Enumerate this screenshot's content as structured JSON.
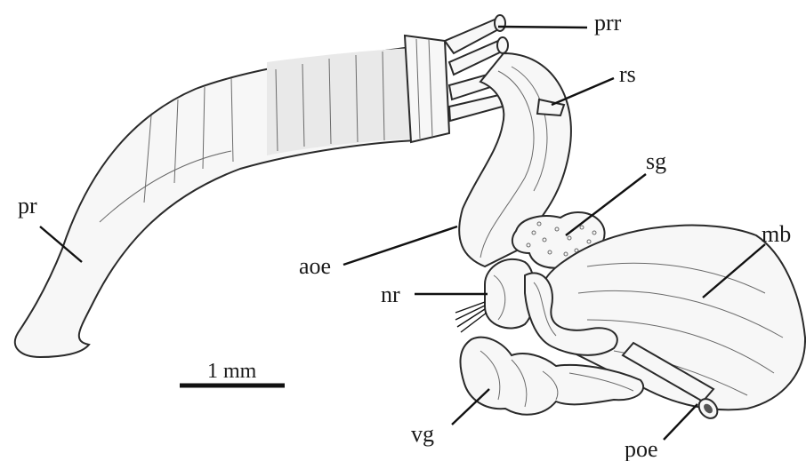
{
  "labels": {
    "prr": "prr",
    "rs": "rs",
    "sg": "sg",
    "mb": "mb",
    "pr": "pr",
    "aoe": "aoe",
    "nr": "nr",
    "vg": "vg",
    "poe": "poe"
  },
  "scale_bar": {
    "label": "1 mm"
  }
}
